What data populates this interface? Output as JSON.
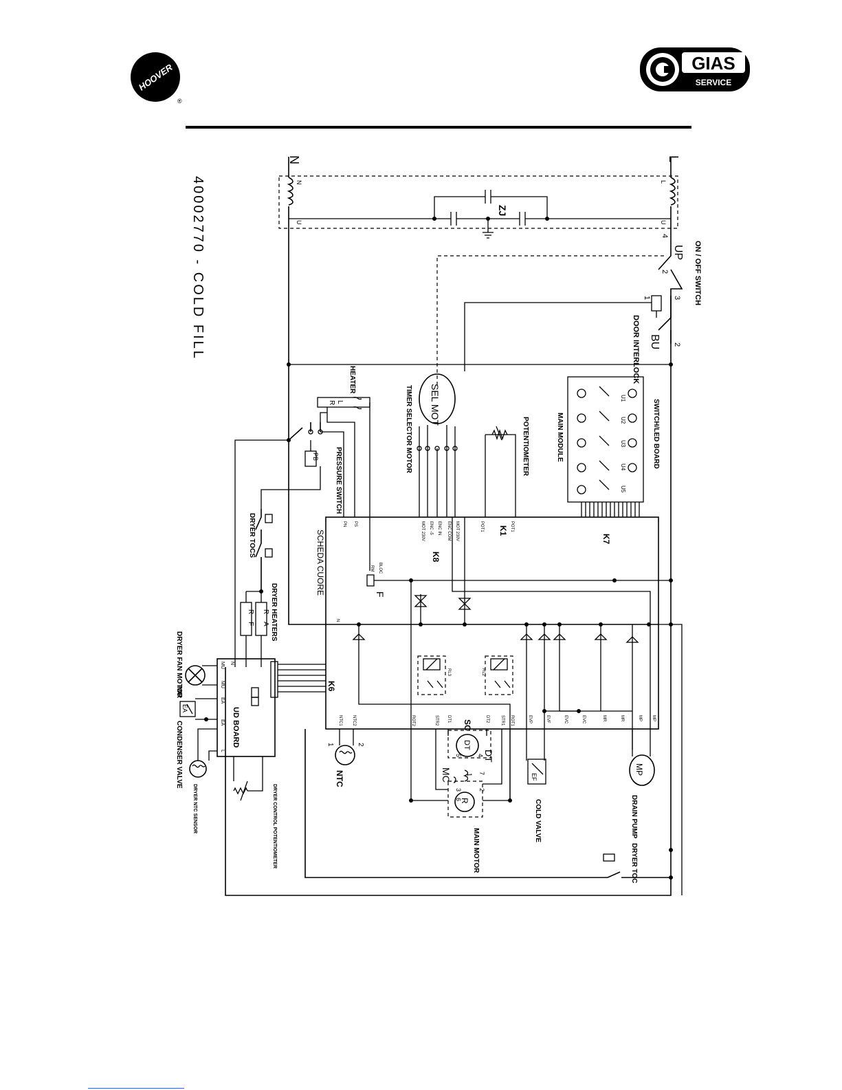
{
  "logos": {
    "hoover_text": "HOOVER",
    "hoover_mark": "®",
    "gias_text": "GIAS",
    "gias_sub": "SERVICE"
  },
  "title": "40002770 - COLD FILL",
  "supply": {
    "neutral": "N",
    "line": "L"
  },
  "filter": {
    "label": "ZJ",
    "pin_n": "N",
    "pin_l": "L",
    "pin_u1": "U",
    "pin_u2": "U"
  },
  "components": {
    "on_off_switch": "ON / OFF SWITCH",
    "on_off_code": "UP",
    "door_interlock": "DOOR INTERLOCK",
    "door_interlock_code": "BU",
    "switch_led_board": "SWITCH/LED BOARD",
    "main_module": "MAIN MODULE",
    "potentiometer": "POTENTIOMETER",
    "timer_selector_motor": "TIMER SELECTOR MOTOR",
    "sel_mot": "SEL MOT",
    "heater": "HEATER",
    "pressure_switch": "PRESSURE SWITCH",
    "pressure_switch_code": "PB",
    "dryer_tocs": "DRYER TOCS",
    "dryer_heaters": "DRYER HEATERS",
    "dryer_fan_motor": "DRYER FAN MOTOR",
    "dryer_fan_code": "MU",
    "condenser_valve": "CONDENSER VALVE",
    "condenser_code": "EA",
    "dryer_ntc_sensor": "DRYER NTC SENSOR",
    "dryer_control_pot": "DRYER CONTROL POTENTIOMETER",
    "ud_board": "UD BOARD",
    "scheda_cuore": "SCHEDA CUORE",
    "ntc": "NTC",
    "main_motor": "MAIN MOTOR",
    "cold_valve": "COLD VALVE",
    "cold_valve_code": "EF",
    "drain_pump": "DRAIN PUMP",
    "drain_pump_code": "MP",
    "dryer_toc": "DRYER TOC",
    "motor_code": "MC",
    "dt_code": "DT",
    "dt_inner": "DT",
    "rotor": "R",
    "sc": "SC",
    "f": "F",
    "k1": "K1",
    "k6": "K6",
    "k7": "K7",
    "k8": "K8"
  },
  "pins": {
    "switch_pins": [
      "4",
      "2",
      "3",
      "1",
      "2"
    ],
    "k8_pins": [
      "MOT 230V",
      "ENC COM",
      "ENC IN",
      "ENC -5",
      "MOT 230V"
    ],
    "pot_pins": [
      "POT1",
      "POT1"
    ],
    "core_left": [
      "PN",
      "PS",
      "N"
    ],
    "core_bottom": [
      "NTC1",
      "NTC2",
      "ROT2",
      "STR2",
      "DT1",
      "DT2",
      "STR1",
      "ROT1",
      "EVP",
      "EVF",
      "EVC",
      "EVC",
      "MR",
      "MR",
      "MP",
      "MP"
    ],
    "ud_pins": [
      "MU",
      "MU",
      "EA",
      "EA",
      "L",
      "N"
    ],
    "led_labels": [
      "U1",
      "U2",
      "U3",
      "U4",
      "U5"
    ],
    "heater_pins": [
      "R",
      "L"
    ],
    "dryer_heater_pins": [
      "R",
      "F",
      "R",
      "A"
    ],
    "relay_labels": [
      "RL3",
      "RL2"
    ],
    "bloc": "BLOC",
    "rm": "RM",
    "ntc_pins": [
      "1",
      "2"
    ],
    "motor_pins": [
      "5",
      "4",
      "7",
      "2",
      "1",
      "3",
      "6"
    ]
  }
}
